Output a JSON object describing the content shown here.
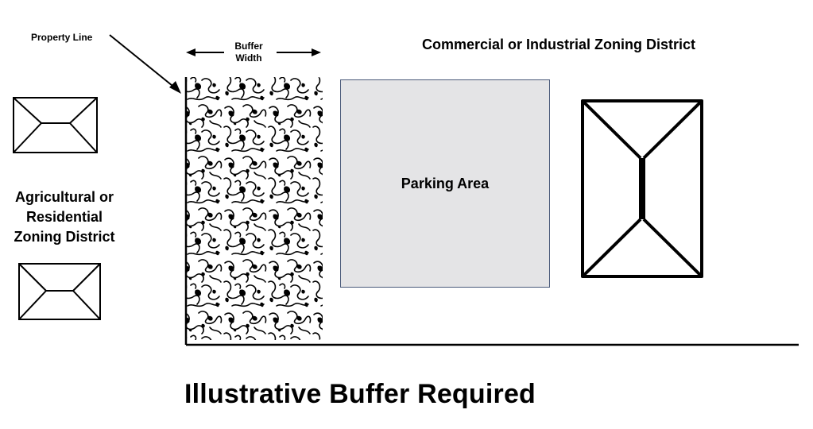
{
  "labels": {
    "property_line": "Property Line",
    "buffer_width_line1": "Buffer",
    "buffer_width_line2": "Width",
    "commercial_district": "Commercial or Industrial Zoning District",
    "agri_line1": "Agricultural or",
    "agri_line2": "Residential",
    "agri_line3": "Zoning District",
    "parking_area": "Parking Area",
    "title": "Illustrative Buffer Required"
  },
  "colors": {
    "parking_fill": "#e4e4e6",
    "parking_border": "#4a5a7a",
    "ink": "#000000"
  }
}
